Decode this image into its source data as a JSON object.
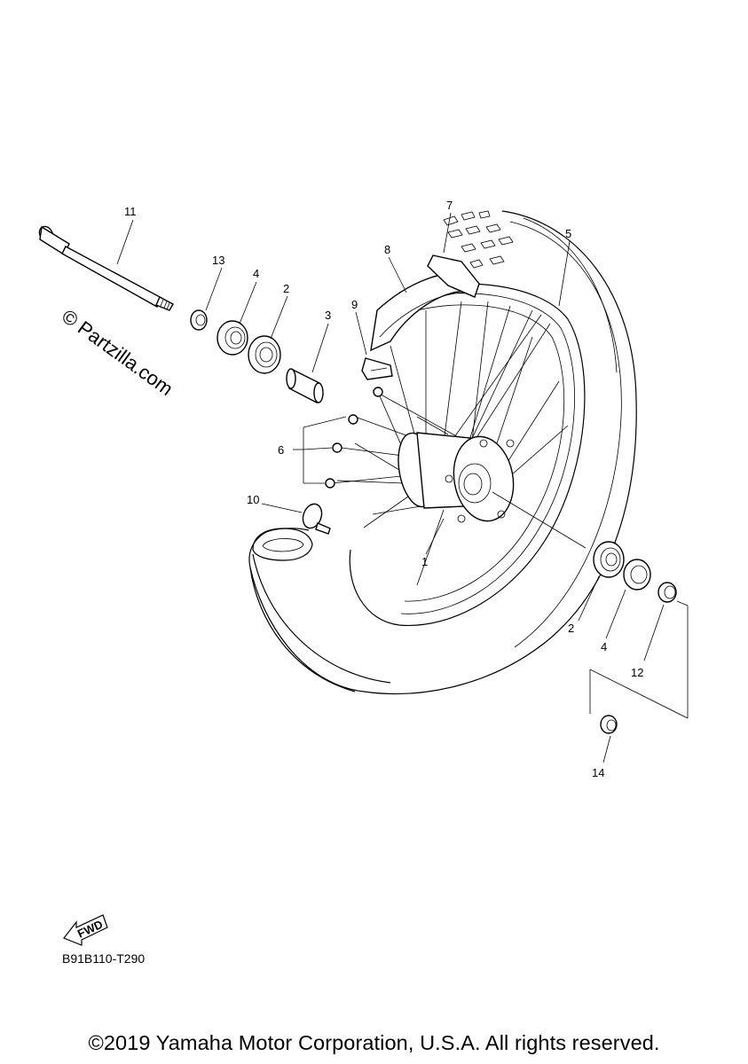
{
  "diagram": {
    "callouts": [
      {
        "id": "1",
        "label": "1"
      },
      {
        "id": "2a",
        "label": "2"
      },
      {
        "id": "2b",
        "label": "2"
      },
      {
        "id": "3",
        "label": "3"
      },
      {
        "id": "4a",
        "label": "4"
      },
      {
        "id": "4b",
        "label": "4"
      },
      {
        "id": "5",
        "label": "5"
      },
      {
        "id": "6",
        "label": "6"
      },
      {
        "id": "7",
        "label": "7"
      },
      {
        "id": "8",
        "label": "8"
      },
      {
        "id": "9",
        "label": "9"
      },
      {
        "id": "10",
        "label": "10"
      },
      {
        "id": "11",
        "label": "11"
      },
      {
        "id": "12",
        "label": "12"
      },
      {
        "id": "13",
        "label": "13"
      },
      {
        "id": "14",
        "label": "14"
      }
    ],
    "watermark": "© Partzilla.com",
    "direction_badge": "FWD",
    "reference_code": "B91B110-T290",
    "copyright": "©2019 Yamaha Motor Corporation, U.S.A. All rights reserved."
  }
}
